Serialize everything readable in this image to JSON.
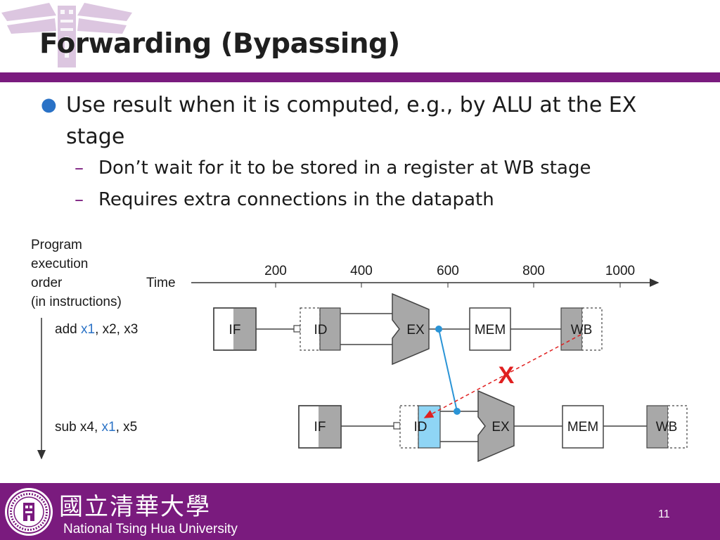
{
  "slide": {
    "title": "Forwarding (Bypassing)",
    "bullet": "Use result when it is computed, e.g., by ALU at the EX stage",
    "sub_bullets": [
      "Don’t wait for it to be stored in a register at WB stage",
      "Requires extra connections in the datapath"
    ]
  },
  "diagram": {
    "order_label": [
      "Program",
      "execution",
      "order",
      "(in instructions)"
    ],
    "time_label": "Time",
    "time_ticks": [
      "200",
      "400",
      "600",
      "800",
      "1000"
    ],
    "instructions": [
      {
        "pre": "add ",
        "reg": "x1",
        "post": ", x2, x3"
      },
      {
        "pre": "sub x4, ",
        "reg": "x1",
        "post": ", x5"
      }
    ],
    "stages": [
      "IF",
      "ID",
      "EX",
      "MEM",
      "WB"
    ],
    "cancel_mark": "X"
  },
  "colors": {
    "purple": "#7a1b7e",
    "register_blue": "#2a72c6",
    "highlight": "#8fd5f5",
    "stage_gray": "#a8a8a8",
    "forward_line": "#2a94d6",
    "cancel_red": "#e02020"
  },
  "footer": {
    "chinese_name": "國立清華大學",
    "university": "National Tsing Hua University",
    "page": "11"
  }
}
